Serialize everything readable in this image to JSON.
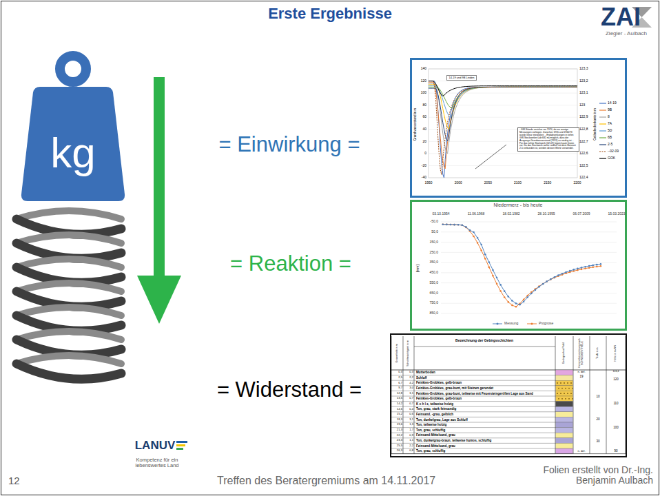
{
  "diagram": {
    "title": "Erste Ergebnisse",
    "nodes": [
      {
        "text": [
          "kg"
        ]
      }
    ],
    "labels": [
      "= Einwirkung =",
      "= Reaktion =",
      "= Widerstand =",
      "ZAI",
      "Ziegler - Aulbach",
      "12",
      "LANUV",
      "Kompetenz für ein lebenswertes Land",
      "Treffen des Beratergremiums am 14.11.2017",
      "Folien erstellt von Dr.-Ing. Benjamin Aulbach",
      "140",
      "120",
      "100",
      "80",
      "60",
      "40",
      "20",
      "0",
      "-20",
      "-40",
      "1950",
      "2000",
      "2050",
      "2100",
      "2150",
      "2200",
      "123,3",
      "123,2",
      "123,1",
      "123",
      "122,9",
      "122,8",
      "122,7",
      "122,6",
      "122,5",
      "122,4",
      "Grundwasserstand in m",
      "Geländeoberkante in m",
      "14-19 und 9B Linden",
      "- GW-Stände unsicher vor 1970, da nur wenige Messungen vorliegen. Zwischen 1955 und 1966/73 wurde linear interpoliert. - Endabsenkungen in tiefen GW-Stockwerken (ab 682 m) möglich, dass der Ausgangs-Grundwasserstand (1955) zu niedrig ist. - Für das tiefste Stockwerk (02-09) liegen kaum Daten vor. Da das Stockwerk weiter südlich mit dem Horizont 2-5 verbunden ist, werden dessen Werte verwendet.",
      "Niedermerz - bis heute",
      "03.10.1954",
      "11.06.1968",
      "18.02.1982",
      "28.10.1995",
      "06.07.2009",
      "15.03.2023",
      "-50,0",
      "50,0",
      "150,0",
      "250,0",
      "350,0",
      "450,0",
      "550,0",
      "650,0",
      "750,0",
      "850,0",
      "[mm]",
      "Bezeichnung der Gebirgsschichten",
      "Gesamttiefe in m",
      "Schichtmächtigkeit in m",
      "Geologisches Profil",
      "Horizontbezeichnung nach SCHNEIDER/THIELE",
      "Teufe in m",
      "Höhe in m+NN",
      "0,3",
      "0,3",
      "Mutterboden",
      "2,5",
      "2,2",
      "Schluff",
      "6,7",
      "4,2",
      "Feinkies-Grobkies, gelb-braun",
      "9,7",
      "3,0",
      "Feinkies-Grobkies, grau-bunt, mit Steinen gerundet",
      "12,8",
      "3,1",
      "Feinkies-Grobkies, grau-bunt, teilweise mit Feuersteingeröllen Lage aus Sand",
      "13,5",
      "0,7",
      "Feinkies-Grobkies, gelb-braun",
      "14,2",
      "0,7",
      "K o h l e, teilweise holzig",
      "14,6",
      "0,4",
      "Ton, grau, stark feinsandig",
      "15,2",
      "0,6",
      "Feinsand, -grau, gelblich",
      "18,3",
      "3,1",
      "Ton, dunkelgrau, Lage aus Schluff",
      "19,6",
      "1,3",
      "Ton, teilweise holzig",
      "21,3",
      "1,7",
      "Ton, grau, schluffig",
      "22,2",
      "0,9",
      "Feinsand-Mittelsand, grau",
      "23,3",
      "1,1",
      "Ton, dunkelgrau-braun, teilweise humos, schluffig",
      "25,5",
      "2,2",
      "Feinsand-Mittelsand, grau",
      "26,3",
      "0,8",
      "Ton, grau, schluffig",
      "19",
      "n. def.",
      "n. def.",
      "10",
      "20",
      "30",
      "120",
      "110",
      "100",
      "90",
      "124,4"
    ],
    "legend": [
      {
        "text": "14-19"
      },
      {
        "text": "9B"
      },
      {
        "text": "8"
      },
      {
        "text": "7A"
      },
      {
        "text": "5D"
      },
      {
        "text": "6B"
      },
      {
        "text": "2-5"
      },
      {
        "text": "--02-09"
      },
      {
        "text": "GOK"
      },
      {
        "text": "Messung"
      },
      {
        "text": "Prognose"
      }
    ]
  }
}
